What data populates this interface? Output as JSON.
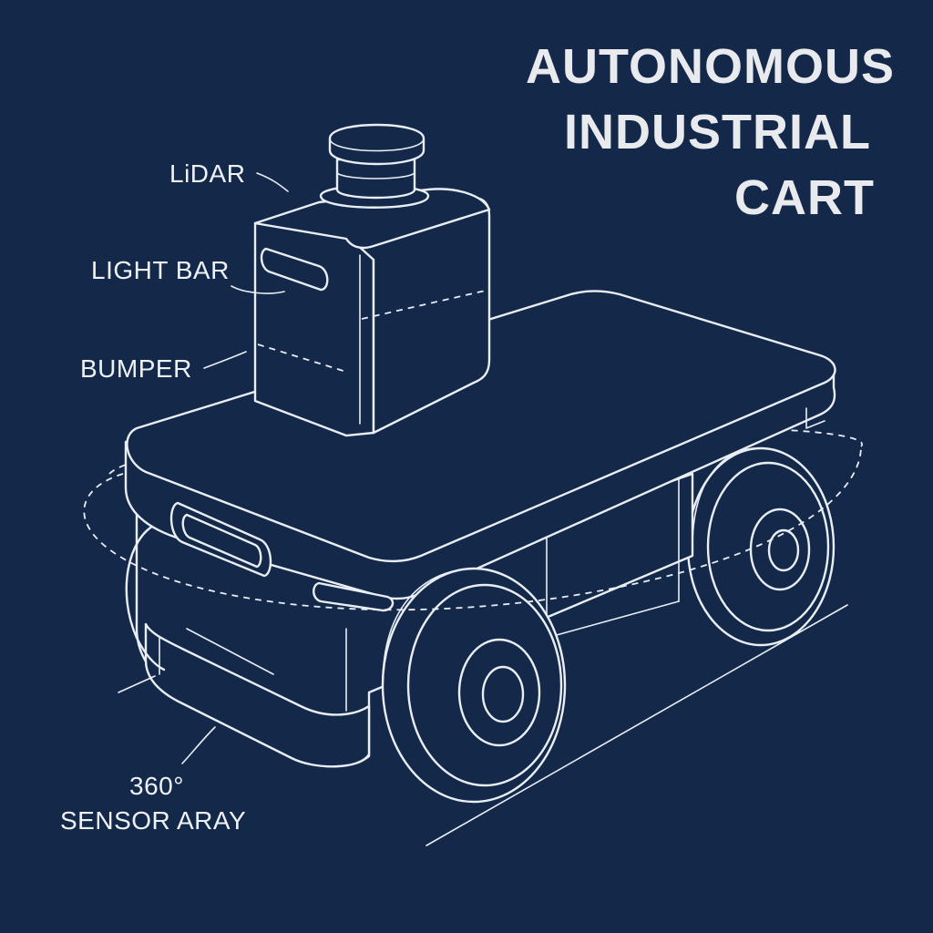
{
  "title": {
    "line1": "AUTONOMOUS",
    "line2": "INDUSTRIAL",
    "line3": "CART"
  },
  "callouts": {
    "lidar": "LiDAR",
    "light_bar": "LIGHT BAR",
    "bumper": "BUMPER",
    "sensor_line1": "360°",
    "sensor_line2": "SENSOR ARAY"
  },
  "colors": {
    "background": "#14294a",
    "linework": "#e9eef5",
    "title": "#e8eaee"
  }
}
